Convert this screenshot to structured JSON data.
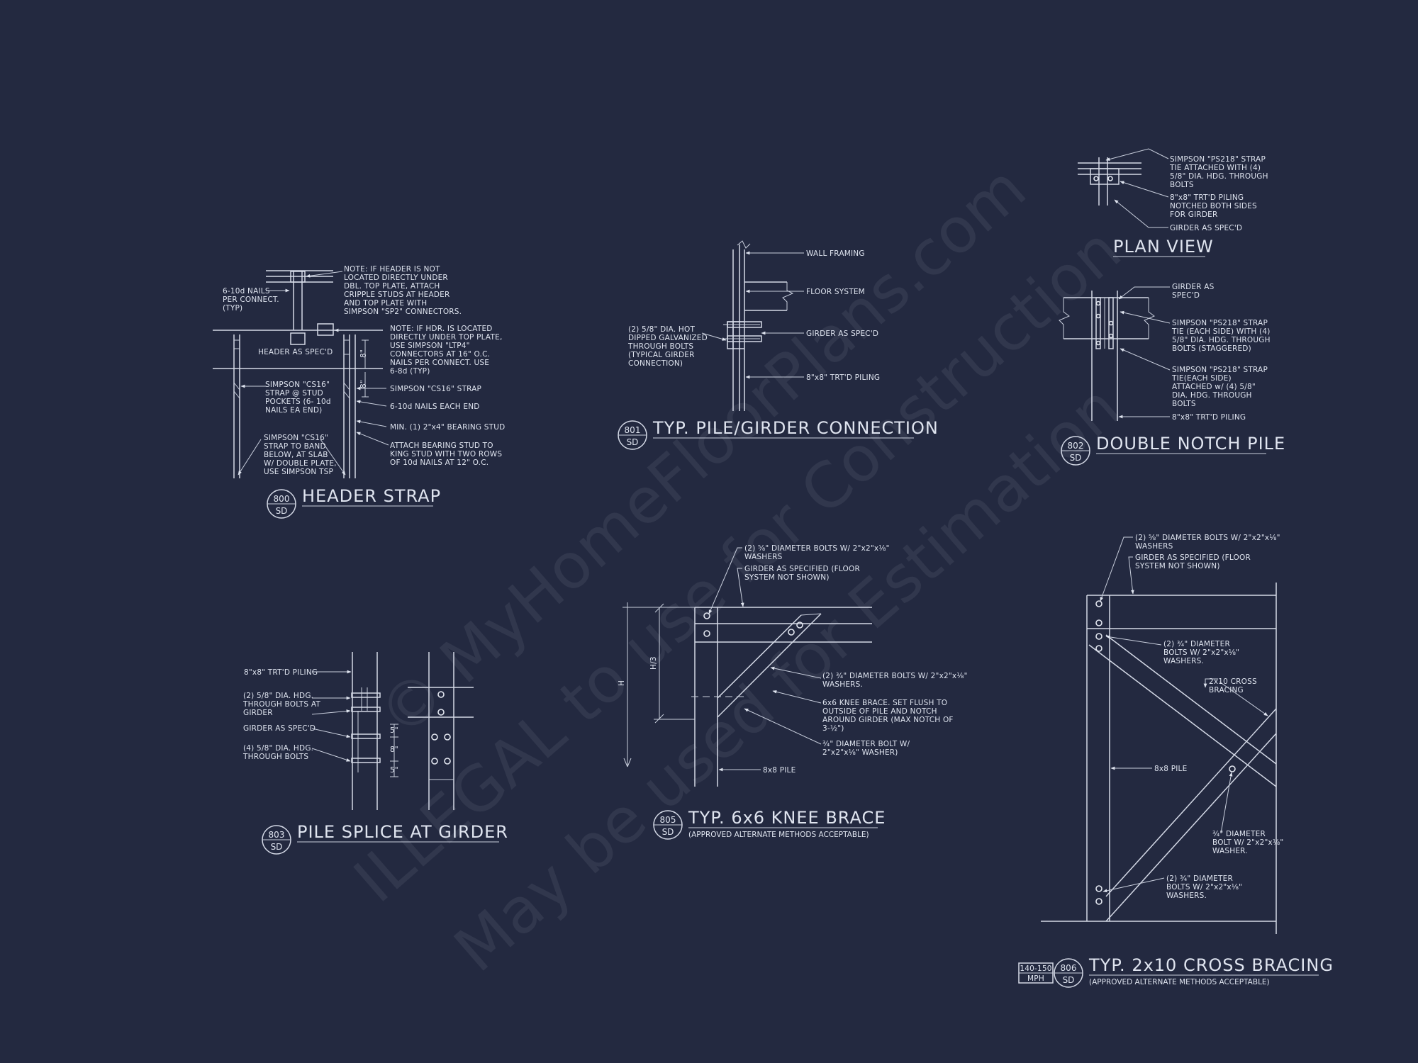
{
  "watermark": {
    "line1": "© MyHomeFloorPlans.com",
    "line2": "ILLEGAL to use for Construction",
    "line3": "May be used for Estimation"
  },
  "details": {
    "header_strap": {
      "title": "HEADER STRAP",
      "bubble_num": "800",
      "bubble_sheet": "SD",
      "labels": {
        "nails1": "6-10d NAILS",
        "nails2": "PER CONNECT.",
        "nails3": "(TYP)",
        "note1": "NOTE: IF HEADER IS NOT",
        "note2": "LOCATED DIRECTLY UNDER",
        "note3": "DBL. TOP PLATE, ATTACH",
        "note4": "CRIPPLE STUDS AT HEADER",
        "note5": "AND TOP PLATE WITH",
        "note6": "SIMPSON \"SP2\" CONNECTORS.",
        "note7": "NOTE: IF HDR. IS LOCATED",
        "note8": "DIRECTLY UNDER TOP PLATE,",
        "note9": "USE SIMPSON \"LTP4\"",
        "note10": "CONNECTORS AT 16\" O.C.",
        "note11": "NAILS PER CONNECT. USE",
        "note12": "6-8d (TYP)",
        "header": "HEADER AS SPEC'D",
        "cs16a1": "SIMPSON \"CS16\"",
        "cs16a2": "STRAP @ STUD",
        "cs16a3": "POCKETS (6- 10d",
        "cs16a4": "NAILS EA END)",
        "cs16strap": "SIMPSON \"CS16\" STRAP",
        "nails_end": "6-10d NAILS  EACH END",
        "bearing": "MIN. (1) 2\"x4\" BEARING STUD",
        "cs16b1": "SIMPSON \"CS16\"",
        "cs16b2": "STRAP TO BAND",
        "cs16b3": "BELOW, AT SLAB",
        "cs16b4": "W/ DOUBLE PLATE,",
        "cs16b5": "USE SIMPSON TSP",
        "attach1": "ATTACH BEARING  STUD TO",
        "attach2": "KING STUD WITH TWO ROWS",
        "attach3": "OF 10d NAILS AT 12\" O.C.",
        "dim1": "8\"",
        "dim2": "8\""
      }
    },
    "pile_girder": {
      "title": "TYP. PILE/GIRDER CONNECTION",
      "bubble_num": "801",
      "bubble_sheet": "SD",
      "labels": {
        "wall": "WALL FRAMING",
        "floor": "FLOOR SYSTEM",
        "girder": "GIRDER AS SPEC'D",
        "piling": "8\"x8\" TRT'D PILING",
        "bolt1": "(2) 5/8\" DIA. HOT",
        "bolt2": "DIPPED GALVANIZED",
        "bolt3": "THROUGH BOLTS",
        "bolt4": "(TYPICAL GIRDER",
        "bolt5": "CONNECTION)"
      }
    },
    "plan_view": {
      "title": "PLAN VIEW",
      "labels": {
        "strap1": "SIMPSON \"PS218\" STRAP",
        "strap2": "TIE ATTACHED WITH (4)",
        "strap3": "5/8\" DIA. HDG. THROUGH",
        "strap4": "BOLTS",
        "piling1": "8\"x8\" TRT'D PILING",
        "piling2": "NOTCHED BOTH SIDES",
        "piling3": "FOR GIRDER",
        "girder": "GIRDER AS SPEC'D"
      }
    },
    "double_notch": {
      "title": "DOUBLE NOTCH PILE",
      "bubble_num": "802",
      "bubble_sheet": "SD",
      "labels": {
        "girder1": "GIRDER AS",
        "girder2": "SPEC'D",
        "ps1": "SIMPSON \"PS218\" STRAP",
        "ps2": "TIE (EACH SIDE) WITH (4)",
        "ps3": "5/8\" DIA. HDG. THROUGH",
        "ps4": "BOLTS (STAGGERED)",
        "ps5": "SIMPSON \"PS218\" STRAP",
        "ps6": "TIE(EACH SIDE)",
        "ps7": "ATTACHED w/ (4) 5/8\"",
        "ps8": "DIA. HDG. THROUGH",
        "ps9": "BOLTS",
        "piling": "8\"x8\" TRT'D PILING"
      }
    },
    "pile_splice": {
      "title": "PILE SPLICE AT GIRDER",
      "bubble_num": "803",
      "bubble_sheet": "SD",
      "labels": {
        "piling": "8\"x8\" TRT'D PILING",
        "b1": "(2) 5/8\" DIA.  HDG.",
        "b2": "THROUGH BOLTS AT",
        "b3": "GIRDER",
        "girder": "GIRDER AS SPEC'D",
        "b4": "(4) 5/8\" DIA. HDG.",
        "b5": "THROUGH BOLTS",
        "d1": "5\"",
        "d2": "8\"",
        "d3": "5\""
      }
    },
    "knee_brace": {
      "title": "TYP. 6x6 KNEE BRACE",
      "subtitle": "(APPROVED ALTERNATE METHODS ACCEPTABLE)",
      "bubble_num": "805",
      "bubble_sheet": "SD",
      "labels": {
        "b1": "(2) ⅝\" DIAMETER BOLTS W/ 2\"x2\"x⅛\"",
        "b2": "WASHERS",
        "g1": "GIRDER AS SPECIFIED (FLOOR",
        "g2": "SYSTEM NOT SHOWN)",
        "c1": "(2) ¾\" DIAMETER BOLTS W/ 2\"x2\"x⅛\"",
        "c2": "WASHERS.",
        "k1": "6x6 KNEE BRACE. SET FLUSH TO",
        "k2": "OUTSIDE OF PILE AND NOTCH",
        "k3": "AROUND GIRDER (MAX NOTCH OF",
        "k4": "3-½\")",
        "d1": "¾\" DIAMETER BOLT W/",
        "d2": "2\"x2\"x⅛\" WASHER)",
        "pile": "8x8 PILE",
        "dimH": "H",
        "dimH3": "H/3"
      }
    },
    "cross_bracing": {
      "title": "TYP. 2x10 CROSS BRACING",
      "subtitle": "(APPROVED ALTERNATE METHODS ACCEPTABLE)",
      "bubble_num": "806",
      "bubble_sheet": "SD",
      "mph1": "140-150",
      "mph2": "MPH",
      "labels": {
        "b1": "(2) ⅝\" DIAMETER BOLTS W/ 2\"x2\"x⅛\"",
        "b2": "WASHERS",
        "g1": "GIRDER AS SPECIFIED (FLOOR",
        "g2": "SYSTEM NOT SHOWN)",
        "c1": "(2) ¾\" DIAMETER",
        "c2": "BOLTS W/ 2\"x2\"x⅛\"",
        "c3": "WASHERS.",
        "x1": "2x10 CROSS",
        "x2": "BRACING",
        "pile": "8x8 PILE",
        "m1": "¾\" DIAMETER",
        "m2": "BOLT W/ 2\"x2\"x⅛\"",
        "m3": "WASHER.",
        "e1": "(2) ¾\" DIAMETER",
        "e2": "BOLTS W/ 2\"x2\"x⅛\"",
        "e3": "WASHERS."
      }
    }
  }
}
